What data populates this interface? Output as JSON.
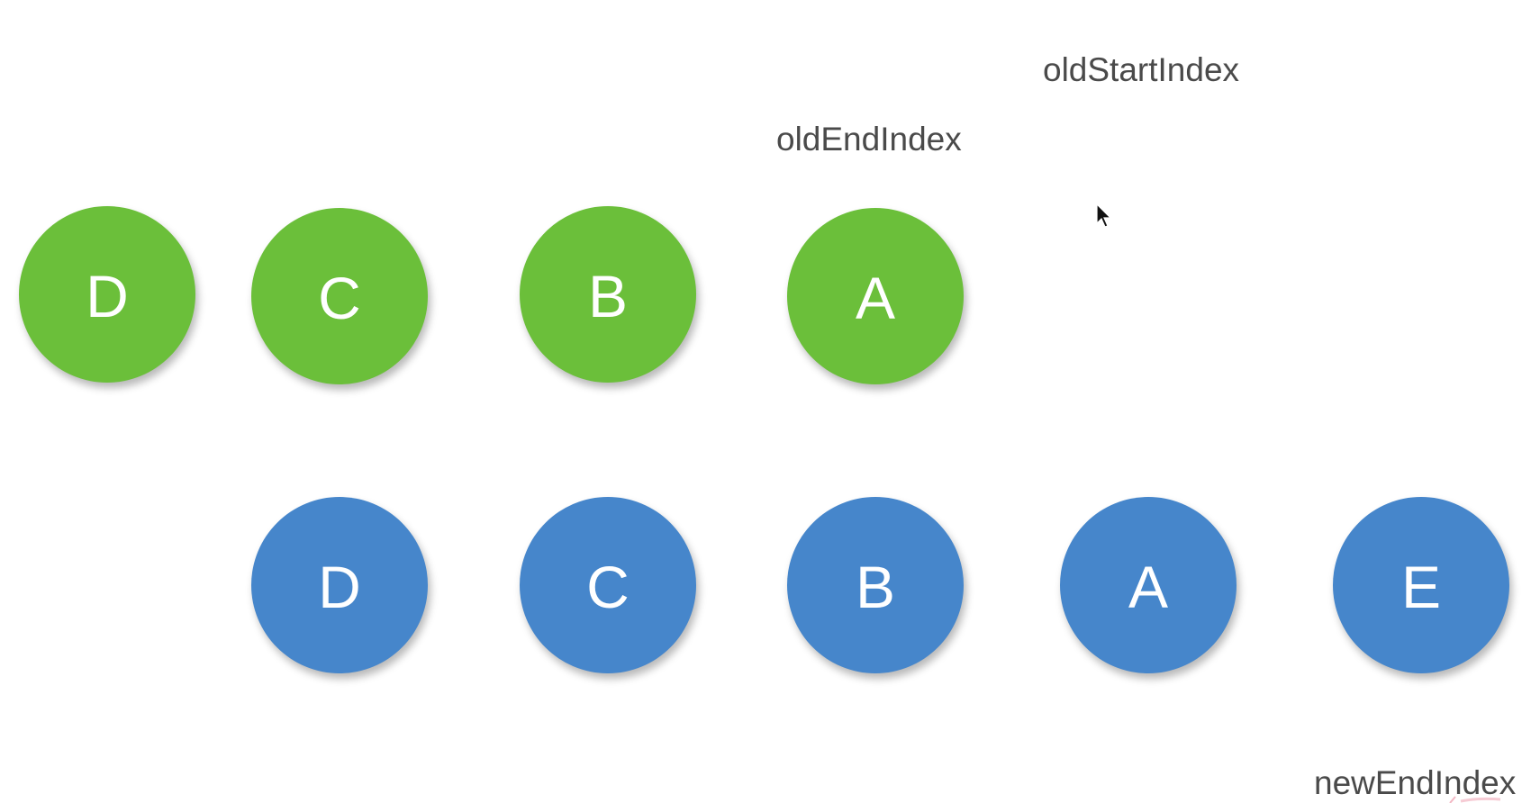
{
  "labels": {
    "old_start_index": "oldStartIndex",
    "old_end_index": "oldEndIndex",
    "new_end_index": "newEndIndex"
  },
  "old_nodes": [
    "D",
    "C",
    "B",
    "A"
  ],
  "new_nodes": [
    "D",
    "C",
    "B",
    "A",
    "E"
  ],
  "colors": {
    "old_node": "#6bbf3a",
    "new_node": "#4686cb",
    "label_text": "#4a4a4a",
    "background": "#ffffff"
  },
  "icons": {
    "cursor": "mouse-pointer-icon"
  }
}
